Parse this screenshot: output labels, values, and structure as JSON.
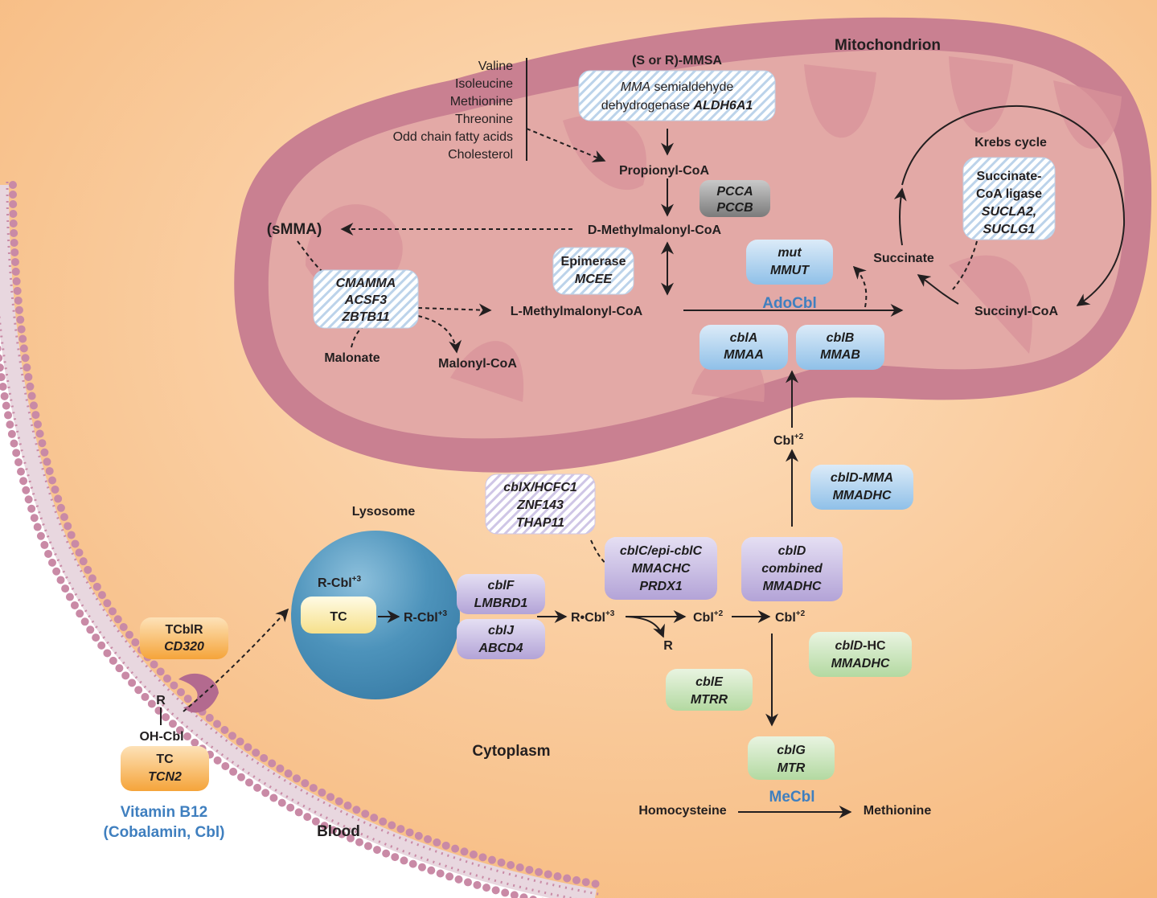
{
  "colors": {
    "cytoplasm": "#f9c796",
    "mitochondrion": "#c98091",
    "mito_inner": "#e3a9a6",
    "lysosome": "#4f92b8",
    "membrane_bead": "#c98aa6",
    "orange_box": "#f5a43a",
    "blue_box": "#8fc0e8",
    "purple_box": "#b7a9d9",
    "green_box": "#b9dca9",
    "gray_box": "#8a8a8a",
    "title_blue": "#3f7fbf"
  },
  "compartments": {
    "mitochondrion": "Mitochondrion",
    "lysosome": "Lysosome",
    "cytoplasm": "Cytoplasm",
    "blood": "Blood",
    "krebs": "Krebs cycle"
  },
  "substrates": [
    "Valine",
    "Isoleucine",
    "Methionine",
    "Threonine",
    "Odd chain fatty acids",
    "Cholesterol"
  ],
  "metabolites": {
    "smmsa": "(S or R)-MMSA",
    "propionyl": "Propionyl-CoA",
    "d_mm": "D-Methylmalonyl-CoA",
    "l_mm": "L-Methylmalonyl-CoA",
    "smma": "(sMMA)",
    "malonate": "Malonate",
    "malonyl": "Malonyl-CoA",
    "succinate": "Succinate",
    "succinyl": "Succinyl-CoA",
    "cbl2_mito": "Cbl",
    "cbl2_mito_sup": "+2",
    "rcbl3_lys": "R-Cbl",
    "rcbl3_lys_sup": "+3",
    "rcbl3_top": "R-Cbl",
    "rcbl3_top_sup": "+3",
    "rcbl3_cyto": "R•Cbl",
    "rcbl3_cyto_sup": "+3",
    "r_release": "R",
    "cbl2_a": "Cbl",
    "cbl2_a_sup": "+2",
    "cbl2_b": "Cbl",
    "cbl2_b_sup": "+2",
    "homocysteine": "Homocysteine",
    "methionine": "Methionine",
    "r_blood": "R",
    "ohcbl": "OH-Cbl"
  },
  "cofactors": {
    "adocbl": "AdoCbl",
    "mecbl": "MeCbl"
  },
  "vitamin": {
    "line1": "Vitamin B12",
    "line2": "(Cobalamin, Cbl)"
  },
  "boxes": {
    "mmsa_dh": {
      "l1_it": "MMA",
      "l1": " semialdehyde",
      "l2": "dehydrogenase ",
      "l2_it": "ALDH6A1"
    },
    "pcc": {
      "l1": "PCCA",
      "l2": "PCCB"
    },
    "epimerase": {
      "l1": "Epimerase",
      "l2": "MCEE"
    },
    "cmamma": {
      "l1": "CMAMMA",
      "l2": "ACSF3",
      "l3": "ZBTB11"
    },
    "mut": {
      "l1": "mut",
      "l2": "MMUT"
    },
    "cbla": {
      "l1": "cblA",
      "l2": "MMAA"
    },
    "cblb": {
      "l1": "cblB",
      "l2": "MMAB"
    },
    "sucl": {
      "l1": "Succinate-",
      "l2": "CoA ligase",
      "l3": "SUCLA2,",
      "l4": "SUCLG1"
    },
    "cbldmma": {
      "l1": "cblD-MMA",
      "l2": "MMADHC"
    },
    "cblx": {
      "l1": "cblX/HCFC1",
      "l2": "ZNF143",
      "l3": "THAP11"
    },
    "cblc": {
      "l1": "cblC/epi-cblC",
      "l2": "MMACHC",
      "l3": "PRDX1"
    },
    "cbld": {
      "l1": "cblD",
      "l2": "combined",
      "l3": "MMADHC"
    },
    "cblf": {
      "l1": "cblF",
      "l2": "LMBRD1"
    },
    "cblj": {
      "l1": "cblJ",
      "l2": "ABCD4"
    },
    "tc_lys": {
      "l1": "TC"
    },
    "tcblr": {
      "l1": "TCblR",
      "l2": "CD320"
    },
    "tc_blood": {
      "l1": "TC",
      "l2": "TCN2"
    },
    "cbldhc": {
      "l1": "cblD",
      "l1b": "-HC",
      "l2": "MMADHC"
    },
    "cble": {
      "l1": "cblE",
      "l2": "MTRR"
    },
    "cblg": {
      "l1": "cblG",
      "l2": "MTR"
    }
  }
}
